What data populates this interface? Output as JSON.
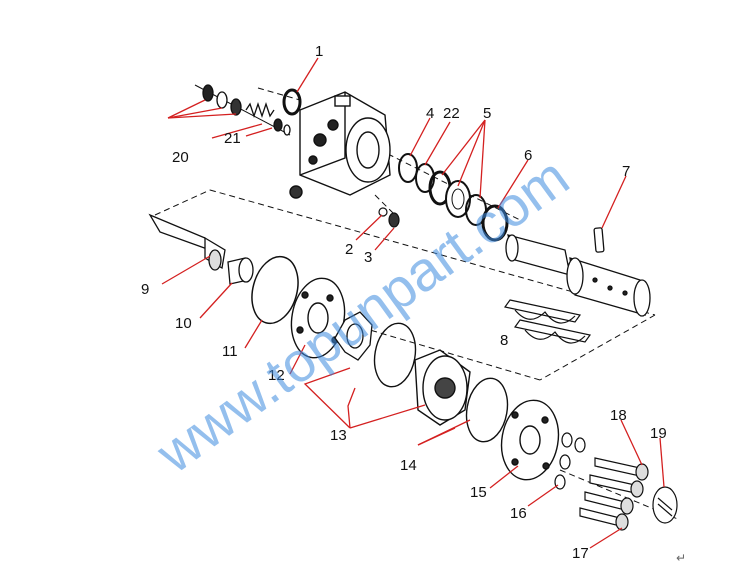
{
  "diagram": {
    "watermark": "www.topunpart.com",
    "callouts": [
      {
        "id": "1",
        "label": "1"
      },
      {
        "id": "2",
        "label": "2"
      },
      {
        "id": "3",
        "label": "3"
      },
      {
        "id": "4",
        "label": "4"
      },
      {
        "id": "5",
        "label": "5"
      },
      {
        "id": "6",
        "label": "6"
      },
      {
        "id": "7",
        "label": "7"
      },
      {
        "id": "8",
        "label": "8"
      },
      {
        "id": "9",
        "label": "9"
      },
      {
        "id": "10",
        "label": "10"
      },
      {
        "id": "11",
        "label": "11"
      },
      {
        "id": "12",
        "label": "12"
      },
      {
        "id": "13",
        "label": "13"
      },
      {
        "id": "14",
        "label": "14"
      },
      {
        "id": "15",
        "label": "15"
      },
      {
        "id": "16",
        "label": "16"
      },
      {
        "id": "17",
        "label": "17"
      },
      {
        "id": "18",
        "label": "18"
      },
      {
        "id": "19",
        "label": "19"
      },
      {
        "id": "20",
        "label": "20"
      },
      {
        "id": "21",
        "label": "21"
      },
      {
        "id": "22",
        "label": "22"
      }
    ],
    "return_mark": "↵",
    "colors": {
      "leader": "#d42020",
      "line": "#111111",
      "watermark": "#3d8be0"
    }
  }
}
